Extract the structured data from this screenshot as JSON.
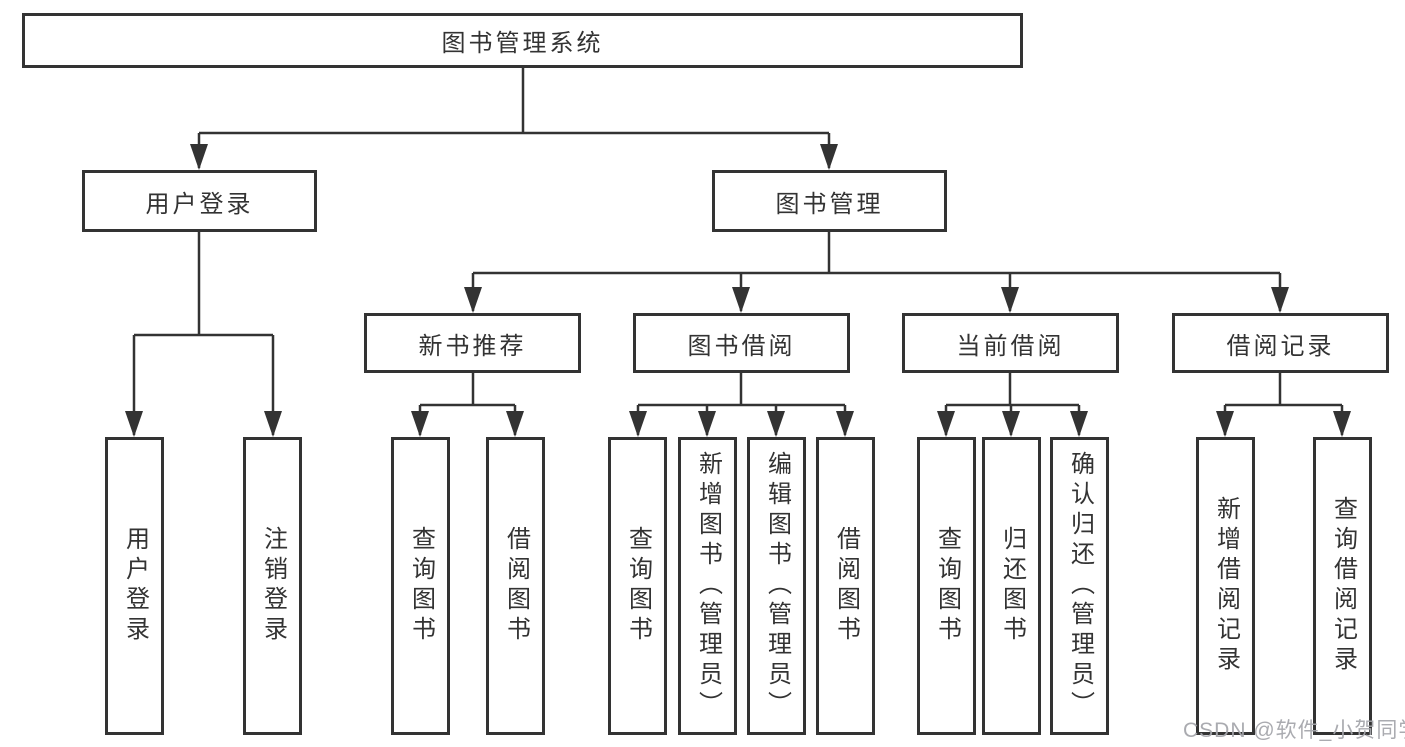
{
  "diagram": {
    "root": {
      "label": "图书管理系统"
    },
    "branches": [
      {
        "label": "用户登录",
        "children": [
          {
            "label": "用户登录"
          },
          {
            "label": "注销登录"
          }
        ]
      },
      {
        "label": "图书管理",
        "children": [
          {
            "label": "新书推荐",
            "children": [
              {
                "label": "查询图书"
              },
              {
                "label": "借阅图书"
              }
            ]
          },
          {
            "label": "图书借阅",
            "children": [
              {
                "label": "查询图书"
              },
              {
                "label": "新增图书（管理员）"
              },
              {
                "label": "编辑图书（管理员）"
              },
              {
                "label": "借阅图书"
              }
            ]
          },
          {
            "label": "当前借阅",
            "children": [
              {
                "label": "查询图书"
              },
              {
                "label": "归还图书"
              },
              {
                "label": "确认归还（管理员）"
              }
            ]
          },
          {
            "label": "借阅记录",
            "children": [
              {
                "label": "新增借阅记录"
              },
              {
                "label": "查询借阅记录"
              }
            ]
          }
        ]
      }
    ]
  },
  "watermark": {
    "text": "CSDN @软件_小贺同学"
  },
  "colors": {
    "line": "#333333",
    "text": "#333333",
    "watermark": "#a5a7ac",
    "background": "#ffffff"
  }
}
